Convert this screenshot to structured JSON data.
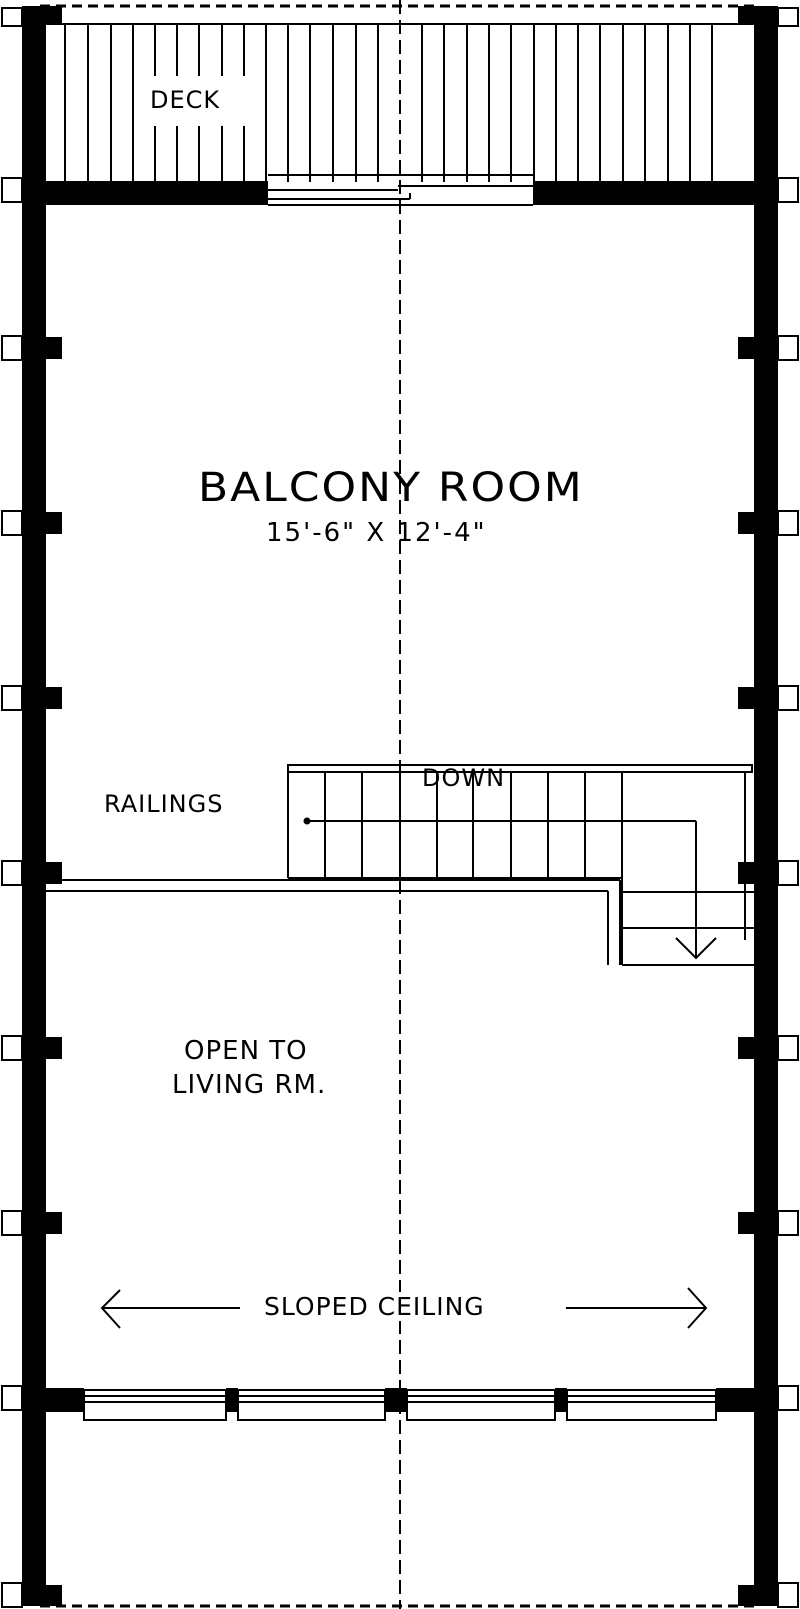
{
  "plan": {
    "title": "BALCONY ROOM",
    "dimensions": "15'-6\" X 12'-4\"",
    "labels": {
      "deck": "DECK",
      "railings": "RAILINGS",
      "down": "DOWN",
      "open_line1": "OPEN TO",
      "open_line2": "LIVING RM.",
      "sloped_ceiling": "SLOPED CEILING"
    },
    "colors": {
      "wall": "#000000",
      "background": "#ffffff"
    }
  }
}
